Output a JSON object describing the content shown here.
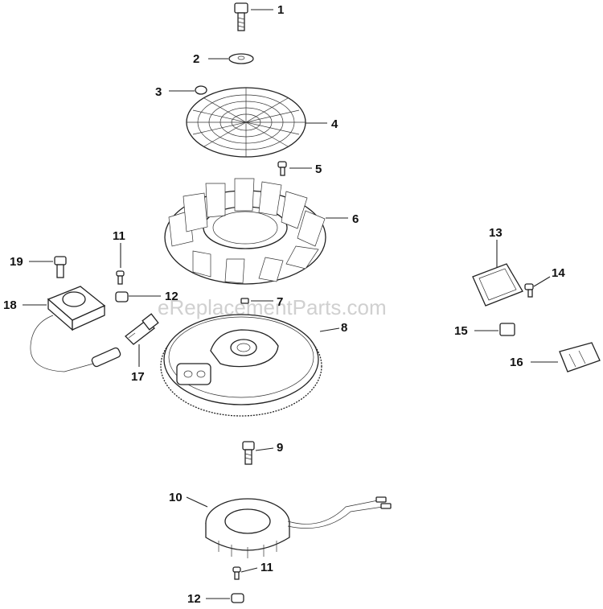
{
  "watermark": "eReplacementParts.com",
  "callouts": {
    "c1": "1",
    "c2": "2",
    "c3": "3",
    "c4": "4",
    "c5": "5",
    "c6": "6",
    "c7": "7",
    "c8": "8",
    "c9": "9",
    "c10": "10",
    "c11a": "11",
    "c11b": "11",
    "c12a": "12",
    "c12b": "12",
    "c13": "13",
    "c14": "14",
    "c15": "15",
    "c16": "16",
    "c17": "17",
    "c18": "18",
    "c19": "19"
  }
}
